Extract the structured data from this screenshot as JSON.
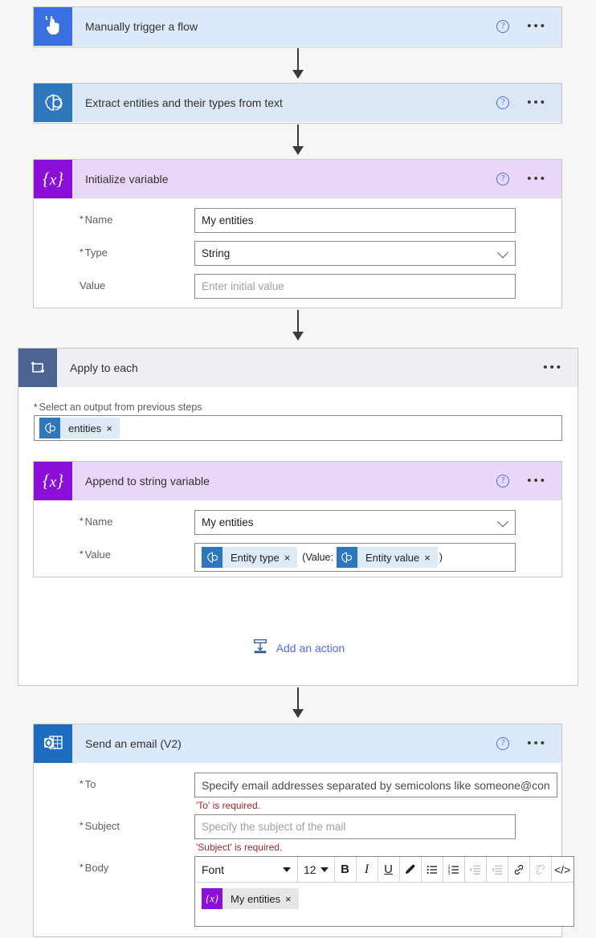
{
  "flow": {
    "steps": [
      {
        "id": "manually-trigger-a-flow",
        "title": "Manually trigger a flow",
        "icon": "hand-pointer-icon",
        "icon_color": "#3b6fe0",
        "header_color": "#dce9fb",
        "help_glyph": "?",
        "menu_glyph": "•••"
      },
      {
        "id": "extract-entities",
        "title": "Extract entities and their types from text",
        "icon": "ai-builder-brain-icon",
        "icon_color": "#2e77bd",
        "header_color": "#dbe7f4",
        "help_glyph": "?",
        "menu_glyph": "•••"
      },
      {
        "id": "initialize-variable",
        "title": "Initialize variable",
        "icon": "variable-braces-icon",
        "icon_color": "#8b0fd6",
        "header_color": "#e9d7f7",
        "help_glyph": "?",
        "menu_glyph": "•••",
        "fields": [
          {
            "label": "Name",
            "required": true,
            "value": "My entities",
            "is_placeholder": false,
            "control": "textbox"
          },
          {
            "label": "Type",
            "required": true,
            "value": "String",
            "is_placeholder": false,
            "control": "dropdown"
          },
          {
            "label": "Value",
            "required": false,
            "value": "Enter initial value",
            "is_placeholder": true,
            "control": "textbox"
          }
        ]
      },
      {
        "id": "apply-to-each",
        "title": "Apply to each",
        "icon": "loop-arrow-icon",
        "icon_color": "#4b6590",
        "header_color": "#edeff4",
        "menu_glyph": "•••",
        "output_label": "Select an output from previous steps",
        "output_required": true,
        "output_token": {
          "label": "entities",
          "icon": "ai-builder-brain-icon",
          "icon_color": "#2e77bd",
          "remove_glyph": "×"
        },
        "add_action_label": "Add an action",
        "add_action_icon": "add-an-action-icon"
      },
      {
        "id": "append-to-string-variable",
        "title": "Append to string variable",
        "icon": "variable-braces-icon",
        "icon_color": "#8b0fd6",
        "header_color": "#e9d7f7",
        "help_glyph": "?",
        "menu_glyph": "•••",
        "fields": [
          {
            "label": "Name",
            "required": true,
            "value": "My entities",
            "is_placeholder": false,
            "control": "dropdown"
          }
        ],
        "value_label": "Value",
        "value_required": true,
        "value_tokens": [
          {
            "kind": "token",
            "label": "Entity type",
            "icon": "ai-builder-brain-icon",
            "remove_glyph": "×"
          },
          {
            "kind": "text",
            "label": "(Value:"
          },
          {
            "kind": "token",
            "label": "Entity value",
            "icon": "ai-builder-brain-icon",
            "remove_glyph": "×"
          },
          {
            "kind": "text",
            "label": ")"
          }
        ]
      },
      {
        "id": "send-an-email-v2",
        "title": "Send an email (V2)",
        "icon": "outlook-icon",
        "icon_color": "#1f6dc1",
        "header_color": "#dce9fb",
        "help_glyph": "?",
        "menu_glyph": "•••",
        "fields": [
          {
            "label": "To",
            "required": true,
            "value": "Specify email addresses separated by semicolons like someone@con",
            "is_placeholder": true,
            "control": "textbox",
            "error": "'To' is required."
          },
          {
            "label": "Subject",
            "required": true,
            "value": "Specify the subject of the mail",
            "is_placeholder": true,
            "control": "textbox",
            "error": "'Subject' is required."
          }
        ],
        "body_label": "Body",
        "body_required": true,
        "rich_text": {
          "font_name": "Font",
          "font_size": "12",
          "buttons": [
            {
              "name": "bold-icon",
              "glyph": "B",
              "disabled": false
            },
            {
              "name": "italic-icon",
              "glyph": "I",
              "disabled": false
            },
            {
              "name": "underline-icon",
              "glyph": "U",
              "disabled": false
            },
            {
              "name": "text-color-pen-icon",
              "glyph": "✎",
              "disabled": false
            },
            {
              "name": "bulleted-list-icon",
              "glyph": "☰",
              "disabled": false
            },
            {
              "name": "numbered-list-icon",
              "glyph": "☰",
              "disabled": false
            },
            {
              "name": "indent-icon",
              "glyph": "→|",
              "disabled": true
            },
            {
              "name": "outdent-icon",
              "glyph": "|←",
              "disabled": true
            },
            {
              "name": "link-icon",
              "glyph": "ὑ7",
              "disabled": false
            },
            {
              "name": "unlink-icon",
              "glyph": "ὑ7",
              "disabled": true
            },
            {
              "name": "code-view-icon",
              "glyph": "</>",
              "disabled": false
            }
          ],
          "content_token": {
            "label": "My entities",
            "icon": "variable-braces-icon",
            "icon_color": "#8b0fd6",
            "remove_glyph": "×"
          }
        }
      }
    ]
  },
  "colors": {
    "canvas": "#f6f6f6",
    "accent_link": "#4f6bed",
    "required_red": "#a4262c",
    "token_blue": "#deebf7",
    "token_gray": "#e6e6e6"
  }
}
